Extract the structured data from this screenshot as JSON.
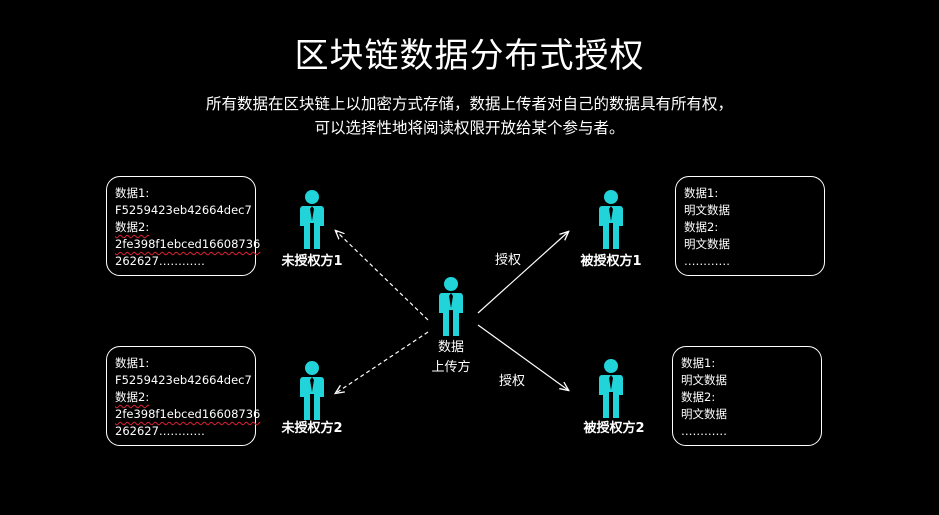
{
  "title": "区块链数据分布式授权",
  "subtitle": {
    "line1": "所有数据在区块链上以加密方式存储，数据上传者对自己的数据具有所有权，",
    "line2": "可以选择性地将阅读权限开放给某个参与者。"
  },
  "uploader": {
    "line1": "数据",
    "line2": "上传方"
  },
  "unauthorized": [
    {
      "label": "未授权方1",
      "box": [
        "数据1:",
        "F5259423eb42664dec7",
        "数据2:",
        "2fe398f1ebced16608736",
        "262627…………"
      ]
    },
    {
      "label": "未授权方2",
      "box": [
        "数据1:",
        "F5259423eb42664dec7",
        "数据2:",
        "2fe398f1ebced16608736",
        "262627…………"
      ]
    }
  ],
  "authorized": [
    {
      "label": "被授权方1",
      "box": [
        "数据1:",
        "明文数据",
        "数据2:",
        "明文数据",
        "…………"
      ]
    },
    {
      "label": "被授权方2",
      "box": [
        "数据1:",
        "明文数据",
        "数据2:",
        "明文数据",
        "…………"
      ]
    }
  ],
  "edges": {
    "grant_label_top": "授权",
    "grant_label_bottom": "授权"
  },
  "colors": {
    "person": "#21d4d9",
    "background": "#000000",
    "text": "#ffffff",
    "underline": "#dd2233"
  },
  "icons": {
    "person": "person-icon"
  }
}
